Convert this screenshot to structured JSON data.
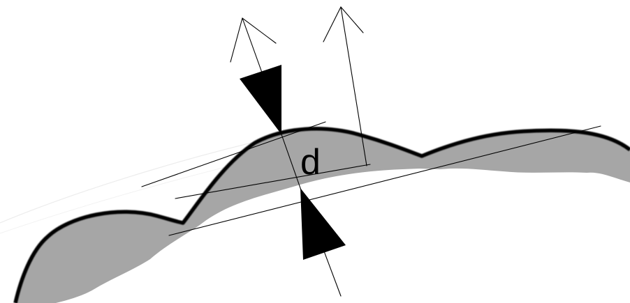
{
  "diagram": {
    "label": "d"
  },
  "colors": {
    "background": "#ffffff",
    "layer_fill": "#a6a6a6",
    "outline": "#000000",
    "arrows": "#000000"
  },
  "icons": {
    "upper_arrowhead": "filled-triangle-pointing-down",
    "lower_arrowhead": "filled-triangle-pointing-up",
    "normal_arrows": "open-line-arrow-up"
  }
}
